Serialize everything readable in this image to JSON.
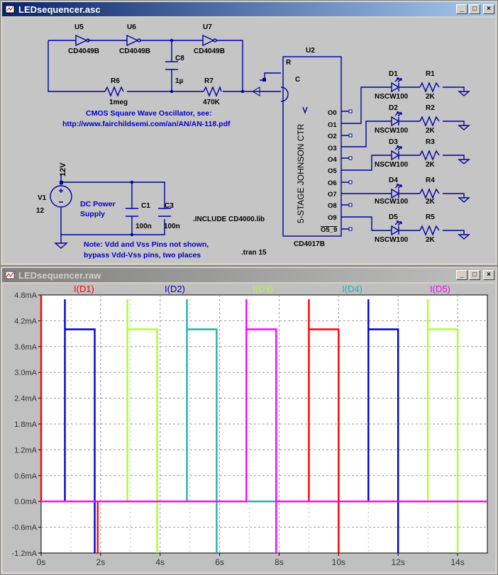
{
  "schematic_window": {
    "title": "LEDsequencer.asc",
    "buttons": {
      "minimize": "_",
      "maximize": "□",
      "close": "×"
    },
    "components": {
      "u5": {
        "ref": "U5",
        "value": "CD4049B"
      },
      "u6": {
        "ref": "U6",
        "value": "CD4049B"
      },
      "u7": {
        "ref": "U7",
        "value": "CD4049B"
      },
      "c8": {
        "ref": "C8",
        "value": "1µ"
      },
      "r6": {
        "ref": "R6",
        "value": "1meg"
      },
      "r7": {
        "ref": "R7",
        "value": "470K"
      },
      "u2": {
        "ref": "U2",
        "value": "CD4017B",
        "body": "5-STAGE JOHNSON CTR",
        "pin_r": "R",
        "pin_c": "C",
        "outputs": [
          "O0",
          "O1",
          "O2",
          "O3",
          "O4",
          "O5",
          "O6",
          "O7",
          "O8",
          "O9",
          "O5_9"
        ]
      },
      "v1": {
        "ref": "V1",
        "value": "12",
        "net": "12V"
      },
      "c1": {
        "ref": "C1",
        "value": "100n"
      },
      "c3": {
        "ref": "C3",
        "value": "100n"
      },
      "leds": [
        {
          "ref": "D1",
          "value": "NSCW100",
          "res_ref": "R1",
          "res_value": "2K"
        },
        {
          "ref": "D2",
          "value": "NSCW100",
          "res_ref": "R2",
          "res_value": "2K"
        },
        {
          "ref": "D3",
          "value": "NSCW100",
          "res_ref": "R3",
          "res_value": "2K"
        },
        {
          "ref": "D4",
          "value": "NSCW100",
          "res_ref": "R4",
          "res_value": "2K"
        },
        {
          "ref": "D5",
          "value": "NSCW100",
          "res_ref": "R5",
          "res_value": "2K"
        }
      ]
    },
    "notes": {
      "osc_line1": "CMOS Square Wave Oscillator, see:",
      "osc_line2": "http://www.fairchildsemi.com/an/AN/AN-118.pdf",
      "dc_line1": "DC Power",
      "dc_line2": "Supply",
      "include": ".INCLUDE CD4000.lib",
      "vdd_line1": "Note: Vdd and Vss Pins not shown,",
      "vdd_line2": "bypass Vdd-Vss pins, two places",
      "tran": ".tran 15"
    }
  },
  "waveform_window": {
    "title": "LEDsequencer.raw",
    "buttons": {
      "minimize": "_",
      "maximize": "□",
      "close": "×"
    }
  },
  "chart_data": {
    "type": "line",
    "x_unit": "s",
    "y_unit": "mA",
    "xlim": [
      0,
      15
    ],
    "ylim": [
      -1.2,
      4.8
    ],
    "x_ticks": [
      "0s",
      "2s",
      "4s",
      "6s",
      "8s",
      "10s",
      "12s",
      "14s"
    ],
    "y_ticks": [
      "4.8mA",
      "4.2mA",
      "3.6mA",
      "3.0mA",
      "2.4mA",
      "1.8mA",
      "1.2mA",
      "0.6mA",
      "0.0mA",
      "-0.6mA",
      "-1.2mA"
    ],
    "grid": true,
    "legend": "top",
    "series": [
      {
        "name": "I(D1)",
        "color": "#ff0000",
        "points": [
          [
            0,
            4.8
          ],
          [
            0,
            0
          ],
          [
            1.9,
            0
          ],
          [
            1.9,
            -1.2
          ],
          [
            1.9,
            0
          ],
          [
            9,
            0
          ],
          [
            9,
            4.7
          ],
          [
            9,
            4.0
          ],
          [
            10,
            4.0
          ],
          [
            10,
            -1.2
          ],
          [
            10,
            0
          ],
          [
            15,
            0
          ]
        ]
      },
      {
        "name": "I(D2)",
        "color": "#0000cc",
        "points": [
          [
            0,
            0
          ],
          [
            0.8,
            0
          ],
          [
            0.8,
            4.7
          ],
          [
            0.8,
            4.0
          ],
          [
            1.8,
            4.0
          ],
          [
            1.8,
            -1.2
          ],
          [
            1.8,
            0
          ],
          [
            11,
            0
          ],
          [
            11,
            4.7
          ],
          [
            11,
            4.0
          ],
          [
            12,
            4.0
          ],
          [
            12,
            -1.2
          ],
          [
            12,
            0
          ],
          [
            15,
            0
          ]
        ]
      },
      {
        "name": "I(D3)",
        "color": "#aaff33",
        "points": [
          [
            0,
            0
          ],
          [
            2.9,
            0
          ],
          [
            2.9,
            4.7
          ],
          [
            2.9,
            4.0
          ],
          [
            3.9,
            4.0
          ],
          [
            3.9,
            -1.2
          ],
          [
            3.9,
            0
          ],
          [
            13,
            0
          ],
          [
            13,
            4.7
          ],
          [
            13,
            4.0
          ],
          [
            14,
            4.0
          ],
          [
            14,
            -1.2
          ],
          [
            14,
            0
          ],
          [
            15,
            0
          ]
        ]
      },
      {
        "name": "I(D4)",
        "color": "#20b0b0",
        "points": [
          [
            0,
            0
          ],
          [
            4.9,
            0
          ],
          [
            4.9,
            4.7
          ],
          [
            4.9,
            4.0
          ],
          [
            5.9,
            4.0
          ],
          [
            5.9,
            -1.2
          ],
          [
            5.9,
            0
          ],
          [
            15,
            0
          ]
        ]
      },
      {
        "name": "I(D5)",
        "color": "#ff00ff",
        "points": [
          [
            0,
            0
          ],
          [
            6.9,
            0
          ],
          [
            6.9,
            4.7
          ],
          [
            6.9,
            4.0
          ],
          [
            7.9,
            4.0
          ],
          [
            7.9,
            -1.2
          ],
          [
            7.9,
            0
          ],
          [
            15,
            0
          ]
        ]
      }
    ]
  }
}
